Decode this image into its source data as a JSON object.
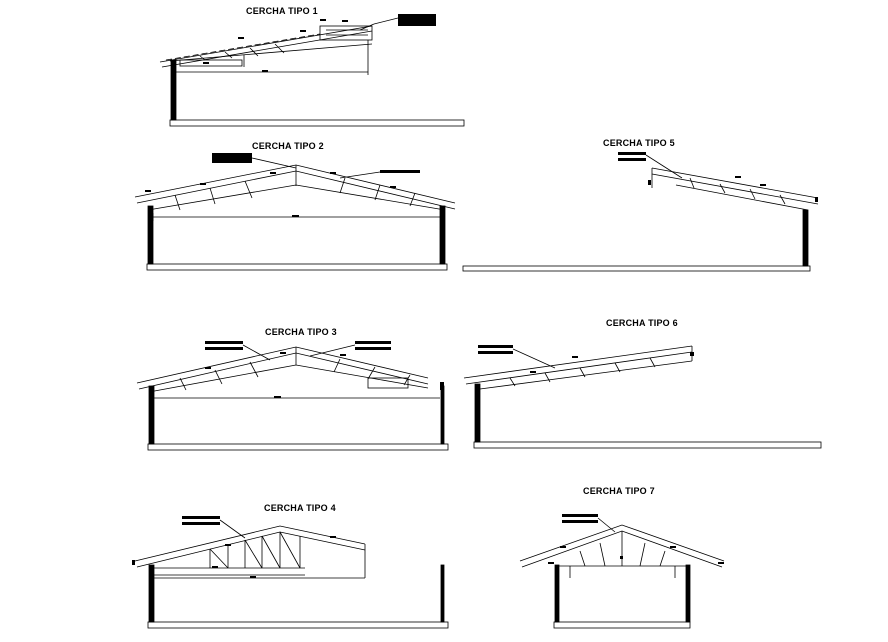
{
  "drawing": {
    "trusses": [
      {
        "id": "t1",
        "title": "CERCHA TIPO 1"
      },
      {
        "id": "t2",
        "title": "CERCHA TIPO 2"
      },
      {
        "id": "t5",
        "title": "CERCHA TIPO 5"
      },
      {
        "id": "t3",
        "title": "CERCHA TIPO 3"
      },
      {
        "id": "t6",
        "title": "CERCHA TIPO 6"
      },
      {
        "id": "t4",
        "title": "CERCHA TIPO 4"
      },
      {
        "id": "t7",
        "title": "CERCHA TIPO 7"
      }
    ],
    "line_color": "#000000",
    "background": "#ffffff"
  }
}
